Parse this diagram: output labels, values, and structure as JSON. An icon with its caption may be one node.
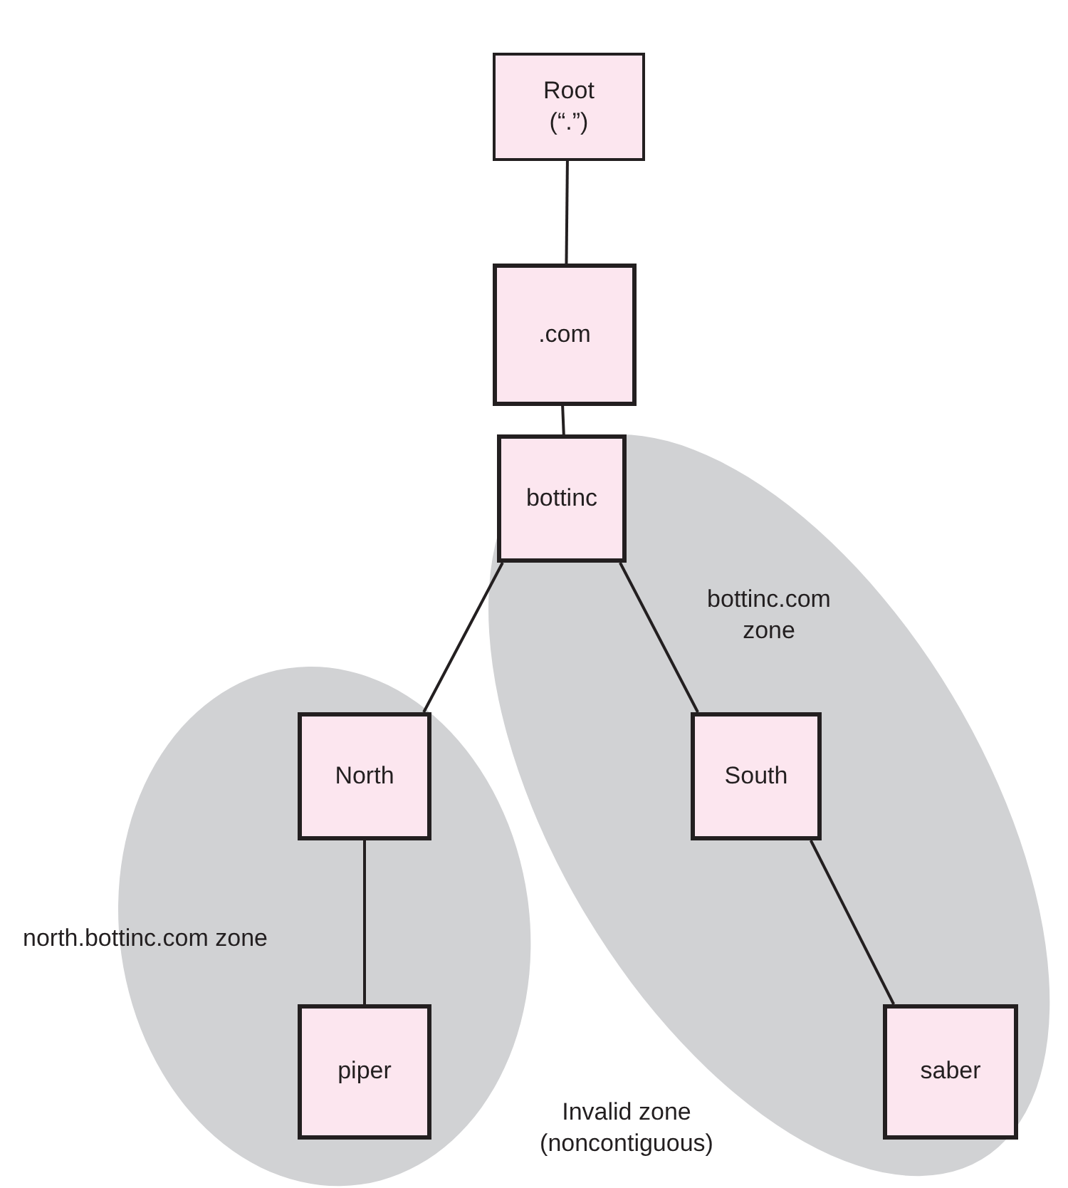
{
  "diagram": {
    "nodes": [
      {
        "text": [
          "Root (“.”)"
        ]
      },
      {
        "text": [
          ".com"
        ]
      },
      {
        "text": [
          "bottinc.com zone"
        ]
      },
      {
        "text": [
          "bottinc"
        ],
        "in": 2
      },
      {
        "text": [
          "north.bottinc.com zone"
        ]
      },
      {
        "text": [
          "North"
        ],
        "in": 4
      },
      {
        "text": [
          "South"
        ],
        "in": 2
      },
      {
        "text": [
          "piper"
        ],
        "in": 4
      },
      {
        "text": [
          "saber"
        ],
        "in": 2
      }
    ],
    "edges": [
      {
        "from": 0,
        "to": 1,
        "arrow": "none"
      },
      {
        "from": 1,
        "to": 3,
        "arrow": "none"
      },
      {
        "from": 3,
        "to": 5,
        "arrow": "none"
      },
      {
        "from": 3,
        "to": 6,
        "arrow": "none"
      },
      {
        "from": 5,
        "to": 7,
        "arrow": "none"
      },
      {
        "from": 6,
        "to": 8,
        "arrow": "none"
      }
    ],
    "labels": [
      "Invalid zone (noncontiguous)"
    ]
  }
}
